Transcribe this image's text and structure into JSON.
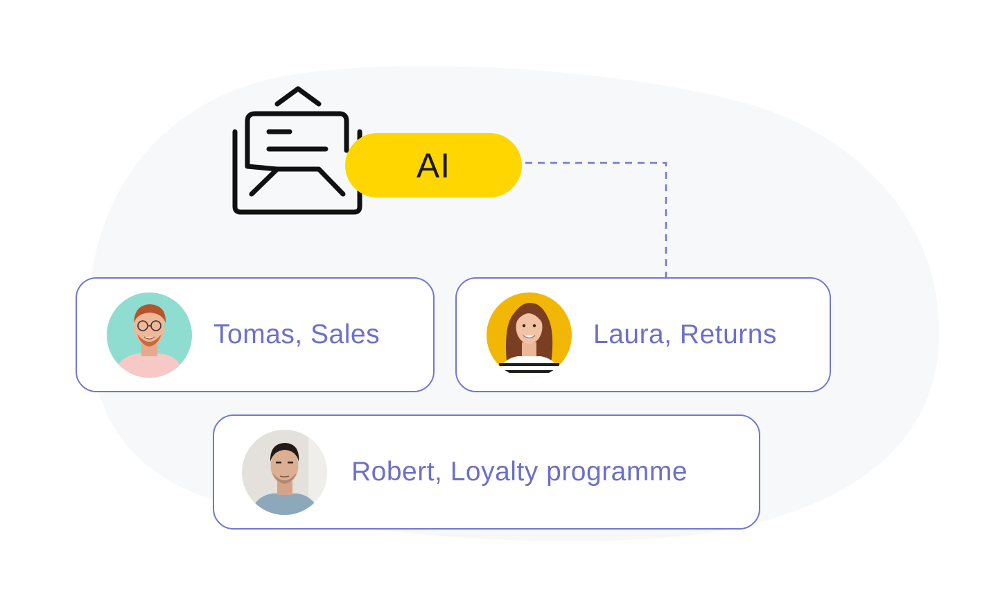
{
  "ai_badge": {
    "label": "AI"
  },
  "agents": [
    {
      "name_role": "Tomas, Sales",
      "avatar": "person-photo-tomas"
    },
    {
      "name_role": "Laura, Returns",
      "avatar": "person-photo-laura"
    },
    {
      "name_role": "Robert, Loyalty programme",
      "avatar": "person-photo-robert"
    }
  ],
  "icons": {
    "envelope": "open-envelope-icon"
  },
  "colors": {
    "accent_yellow": "#ffd600",
    "card_border": "#7277d1",
    "label_text": "#6c70c8",
    "blob_background": "#f7f8f9",
    "connector": "#7277d1"
  }
}
